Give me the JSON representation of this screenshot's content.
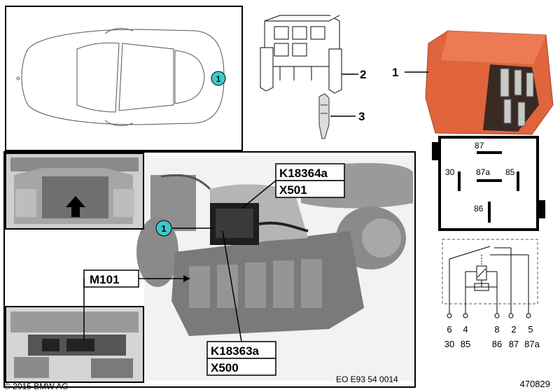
{
  "parts": {
    "relay_ref": "1",
    "connector_ref": "2",
    "terminal_ref": "3",
    "location_marker": "1",
    "photo_marker": "1"
  },
  "callouts": {
    "k18364a": "K18364a",
    "x501": "X501",
    "m101": "M101",
    "k18363a": "K18363a",
    "x500": "X500"
  },
  "relay_pinout": {
    "pin_87": "87",
    "pin_30": "30",
    "pin_87a": "87a",
    "pin_85": "85",
    "pin_86": "86"
  },
  "schematic": {
    "pin_numbers": [
      "6",
      "4",
      "8",
      "2",
      "5"
    ],
    "terminal_labels": [
      "30",
      "85",
      "86",
      "87",
      "87a"
    ]
  },
  "footer": {
    "copyright": "© 2015 BMW AG",
    "figure_code": "EO E93 54 0014",
    "image_number": "470829"
  },
  "colors": {
    "relay_body": "#e0643c",
    "marker": "#3cc8c8",
    "photo_grey": "#9a9a9a"
  }
}
